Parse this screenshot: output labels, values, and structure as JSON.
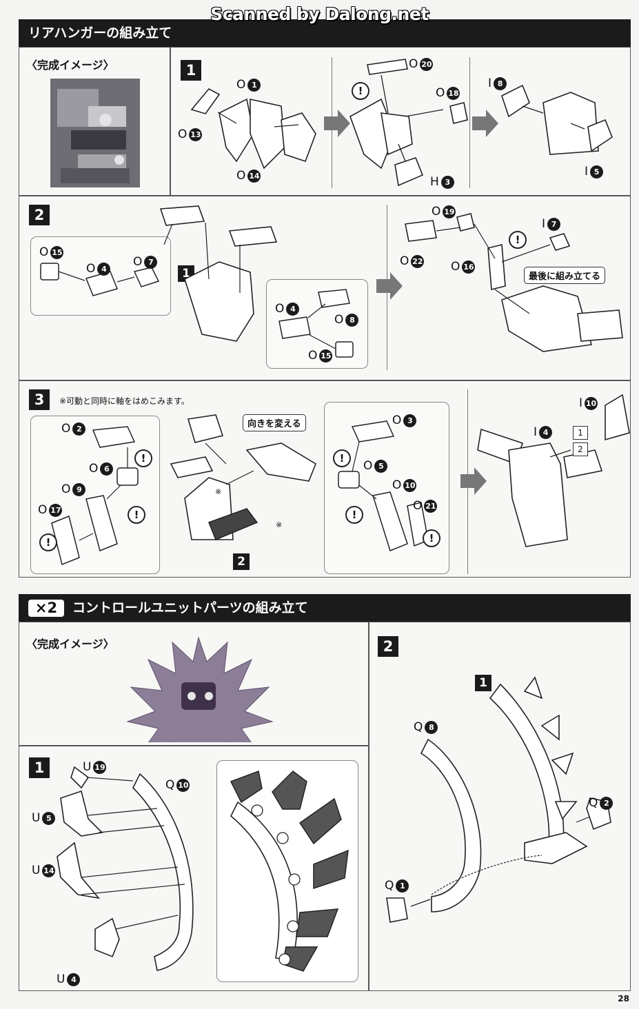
{
  "watermark": "Scanned by Dalong.net",
  "section1": {
    "title": "リアハンガーの組み立て",
    "complete_image_label": "〈完成イメージ〉",
    "step1": {
      "number": "1",
      "parts": [
        {
          "letter": "O",
          "num": "1"
        },
        {
          "letter": "O",
          "num": "13"
        },
        {
          "letter": "O",
          "num": "14"
        },
        {
          "letter": "O",
          "num": "20"
        },
        {
          "letter": "O",
          "num": "18"
        },
        {
          "letter": "H",
          "num": "3"
        },
        {
          "letter": "I",
          "num": "8"
        },
        {
          "letter": "I",
          "num": "5"
        }
      ]
    },
    "step2": {
      "number": "2",
      "sub_number": "1",
      "parts": [
        {
          "letter": "O",
          "num": "15"
        },
        {
          "letter": "O",
          "num": "4"
        },
        {
          "letter": "O",
          "num": "7"
        },
        {
          "letter": "O",
          "num": "4"
        },
        {
          "letter": "O",
          "num": "8"
        },
        {
          "letter": "O",
          "num": "15"
        },
        {
          "letter": "O",
          "num": "19"
        },
        {
          "letter": "O",
          "num": "22"
        },
        {
          "letter": "O",
          "num": "16"
        },
        {
          "letter": "I",
          "num": "7"
        }
      ],
      "callout": "最後に組み立てる"
    },
    "step3": {
      "number": "3",
      "sub_number": "2",
      "note": "※可動と同時に軸をはめこみます。",
      "callout": "向きを変える",
      "asterisk": "※",
      "parts": [
        {
          "letter": "O",
          "num": "2"
        },
        {
          "letter": "O",
          "num": "6"
        },
        {
          "letter": "O",
          "num": "9"
        },
        {
          "letter": "O",
          "num": "17"
        },
        {
          "letter": "O",
          "num": "3"
        },
        {
          "letter": "O",
          "num": "5"
        },
        {
          "letter": "O",
          "num": "10"
        },
        {
          "letter": "O",
          "num": "21"
        },
        {
          "letter": "I",
          "num": "10"
        },
        {
          "letter": "I",
          "num": "4"
        }
      ],
      "hex_marks": [
        "1",
        "2"
      ]
    }
  },
  "section2": {
    "multiplier": "×2",
    "title": "コントロールユニットパーツの組み立て",
    "complete_image_label": "〈完成イメージ〉",
    "step1": {
      "number": "1",
      "parts": [
        {
          "letter": "U",
          "num": "19"
        },
        {
          "letter": "U",
          "num": "5"
        },
        {
          "letter": "U",
          "num": "14"
        },
        {
          "letter": "U",
          "num": "4"
        },
        {
          "letter": "Q",
          "num": "10"
        }
      ]
    },
    "step2": {
      "number": "2",
      "sub_number": "1",
      "parts": [
        {
          "letter": "Q",
          "num": "8"
        },
        {
          "letter": "Q",
          "num": "2"
        },
        {
          "letter": "Q",
          "num": "1"
        }
      ]
    }
  },
  "warning_mark": "!",
  "page_number": "28"
}
